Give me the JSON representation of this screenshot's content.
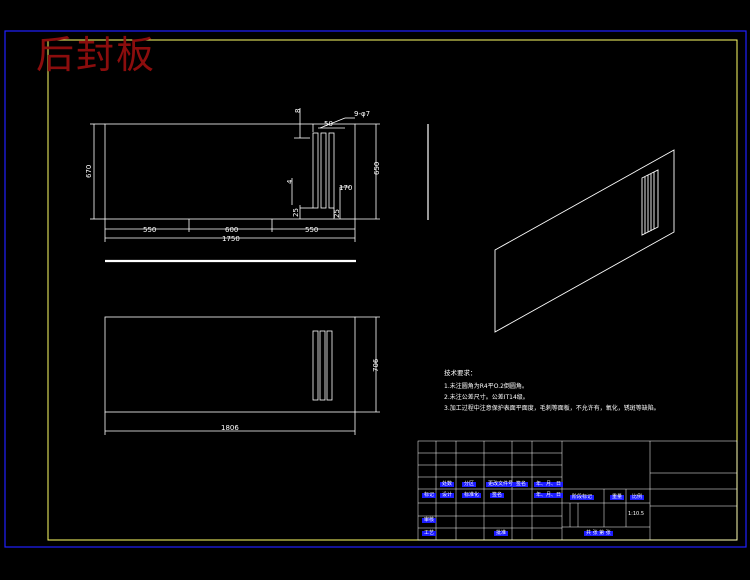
{
  "drawing": {
    "title": "后封板",
    "scale": "1:10.5",
    "hole_spec": "9-φ7"
  },
  "dimensions": {
    "front_view": {
      "width": "1750",
      "left_segment": "550",
      "mid_segment": "600",
      "right_segment": "550",
      "height_left": "670",
      "height_right": "650",
      "slot_offset": "170",
      "slot_width": "50",
      "slot_pitch": "25",
      "slot_gap": "25",
      "hole_offset_top": "8",
      "hole_marker": "4"
    },
    "bottom_view": {
      "width": "1806",
      "height": "706"
    }
  },
  "technical_notes": {
    "heading": "技术要求：",
    "items": [
      "1.未注圆角为R4平O.2倒圆角。",
      "2.未注公差尺寸。公差IT14级。",
      "3.加工过程中注意保护表面平面度，毛刺等面板，不允许有，氧化，锈斑等缺陷。"
    ]
  },
  "title_block": {
    "row_labels": [
      "标记",
      "处数",
      "分区",
      "更改文件号",
      "签名",
      "年、月、日"
    ],
    "designer": "设计",
    "standardize": "标准化",
    "stage_mark": "阶段标记",
    "weight": "重量",
    "scale_label": "比例",
    "process": "工艺",
    "approve": "批准",
    "review": "审核",
    "sheets": "共 张 第 张",
    "colors": {
      "frame": "#ffff66",
      "outer": "#2020ff",
      "highlight": "#1d1dff"
    }
  }
}
